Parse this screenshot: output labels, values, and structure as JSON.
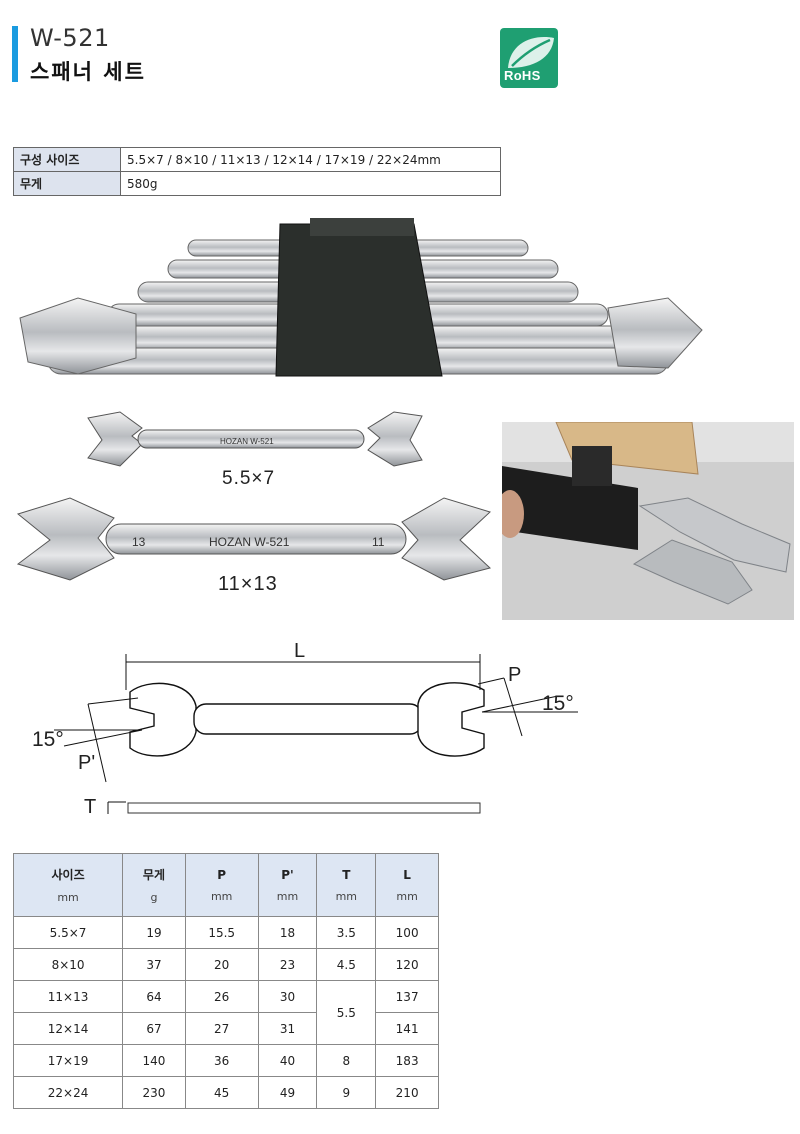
{
  "header": {
    "model": "W-521",
    "title": "스패너 세트"
  },
  "rohs_badge": {
    "text": "RoHS",
    "color": "#1f9f72"
  },
  "spec": [
    {
      "key": "구성 사이즈",
      "value": "5.5×7 / 8×10 / 11×13 / 12×14 / 17×19 / 22×24mm"
    },
    {
      "key": "무게",
      "value": "580g"
    }
  ],
  "product_images": {
    "small_label": "5.5×7",
    "large_label": "11×13",
    "small_stamp": "HOZAN W-521",
    "large_stamp": "HOZAN W-521",
    "large_end_left": "13",
    "large_end_right": "11"
  },
  "diagram": {
    "L": "L",
    "P": "P",
    "P_prime": "P'",
    "T": "T",
    "angle_right": "15°",
    "angle_left": "15°"
  },
  "table": {
    "headers": [
      {
        "label": "사이즈",
        "unit": "mm"
      },
      {
        "label": "무게",
        "unit": "g"
      },
      {
        "label": "P",
        "unit": "mm"
      },
      {
        "label": "P'",
        "unit": "mm"
      },
      {
        "label": "T",
        "unit": "mm"
      },
      {
        "label": "L",
        "unit": "mm"
      }
    ],
    "rows": [
      [
        "5.5×7",
        "19",
        "15.5",
        "18",
        "3.5",
        "100"
      ],
      [
        "8×10",
        "37",
        "20",
        "23",
        "4.5",
        "120"
      ],
      [
        "11×13",
        "64",
        "26",
        "30",
        "5.5",
        "137"
      ],
      [
        "12×14",
        "67",
        "27",
        "31",
        "",
        "141"
      ],
      [
        "17×19",
        "140",
        "36",
        "40",
        "8",
        "183"
      ],
      [
        "22×24",
        "230",
        "45",
        "49",
        "9",
        "210"
      ]
    ]
  },
  "colors": {
    "accent": "#1a9be0",
    "header_bg": "#dde6f3",
    "spec_key_bg": "#dde3ee"
  }
}
